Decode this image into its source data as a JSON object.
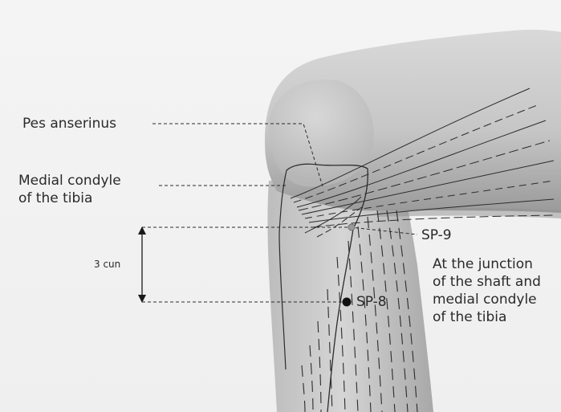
{
  "labels": {
    "pes_anserinus": "Pes anserinus",
    "medial_condyle_line1": "Medial condyle",
    "medial_condyle_line2": "of the tibia",
    "cun_distance": "3 cun",
    "sp9": "SP-9",
    "sp8": "SP-8",
    "junction_line1": "At the junction",
    "junction_line2": "of the shaft and",
    "junction_line3": "medial condyle",
    "junction_line4": "of the tibia"
  },
  "colors": {
    "background": "#f2f2f2",
    "skin_light": "#d6d6d6",
    "skin_mid": "#c2c2c2",
    "skin_dark": "#a9a9a9",
    "line": "#2b2b2b",
    "point": "#1a1a1a"
  }
}
